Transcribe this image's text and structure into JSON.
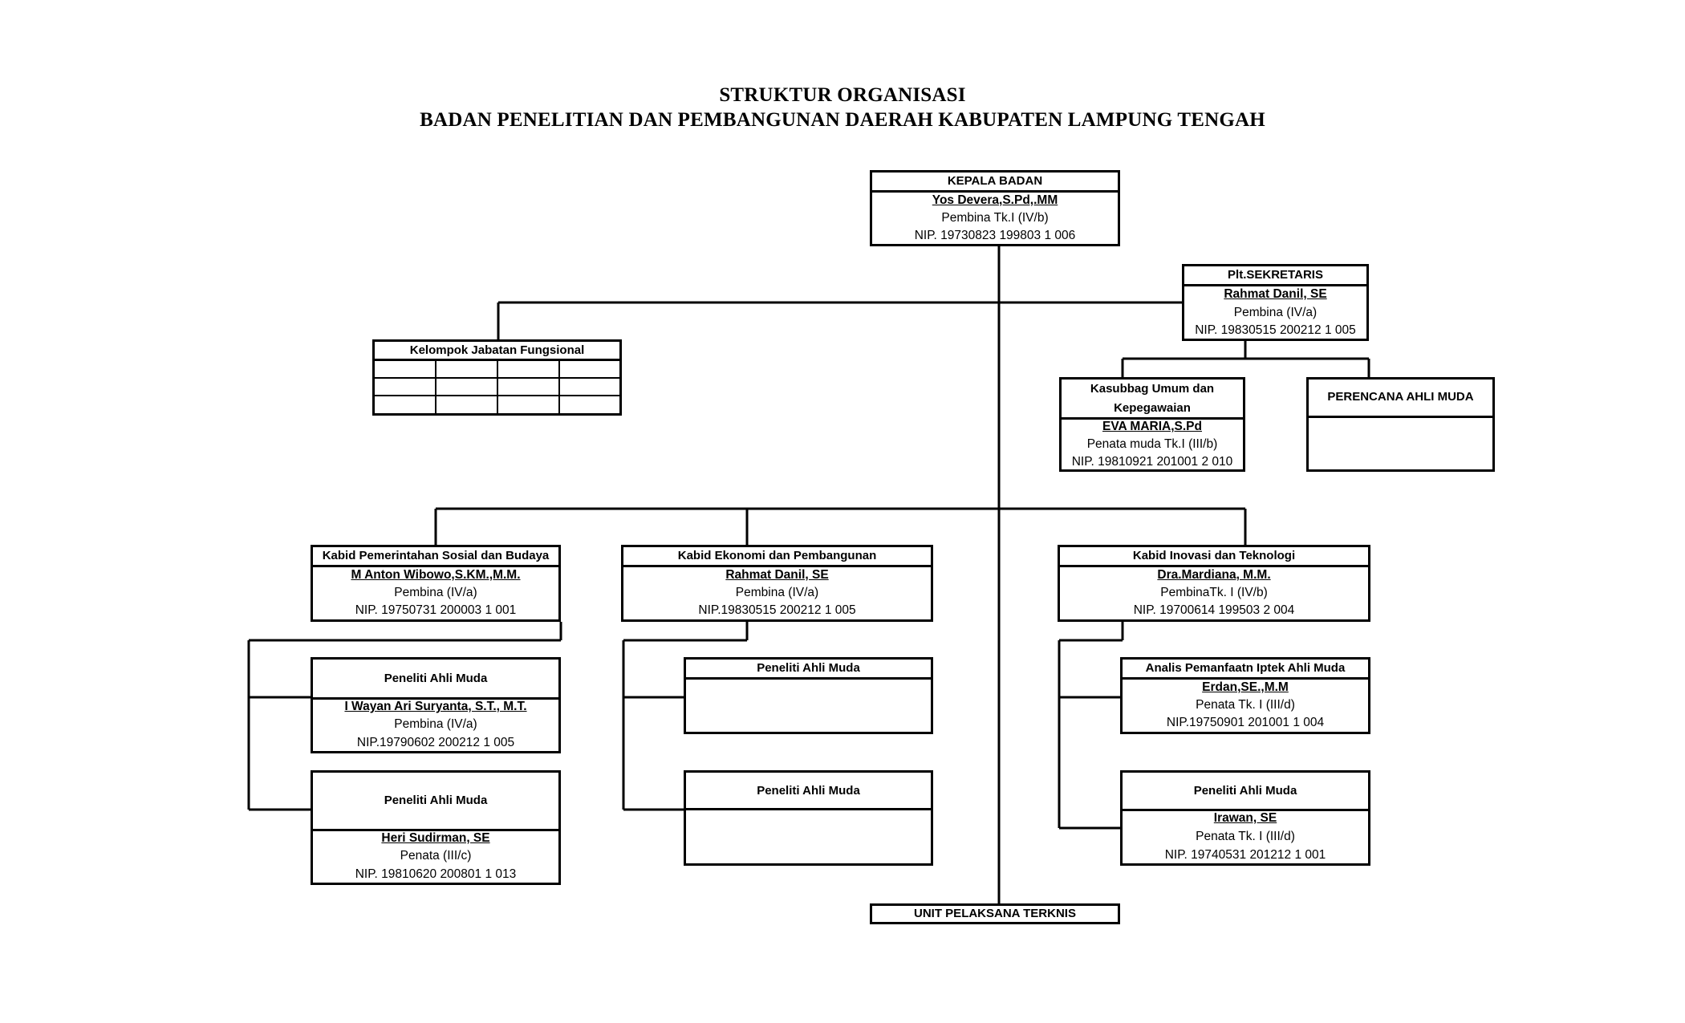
{
  "title": {
    "line1": "STRUKTUR ORGANISASI",
    "line2": "BADAN PENELITIAN DAN PEMBANGUNAN DAERAH KABUPATEN LAMPUNG TENGAH"
  },
  "kepala": {
    "role": "KEPALA BADAN",
    "name": "Yos Devera,S.Pd,.MM",
    "rank": "Pembina Tk.I (IV/b)",
    "nip": "NIP. 19730823 199803 1 006"
  },
  "sekretaris": {
    "role": "Plt.SEKRETARIS",
    "name": "Rahmat Danil, SE",
    "rank": "Pembina (IV/a)",
    "nip": "NIP. 19830515 200212 1 005"
  },
  "fungsional": {
    "role": "Kelompok Jabatan Fungsional"
  },
  "kasubbag": {
    "role_line1": "Kasubbag Umum dan",
    "role_line2": "Kepegawaian",
    "name": "EVA MARIA,S.Pd",
    "rank": "Penata muda Tk.I (III/b)",
    "nip": "NIP. 19810921 201001 2 010"
  },
  "perencana": {
    "role": "PERENCANA AHLI MUDA"
  },
  "kabid_pem": {
    "role": "Kabid Pemerintahan Sosial dan Budaya",
    "name": "M Anton Wibowo,S.KM.,M.M.",
    "rank": "Pembina (IV/a)",
    "nip": "NIP. 19750731 200003 1 001"
  },
  "kabid_eko": {
    "role": "Kabid Ekonomi dan Pembangunan",
    "name": "Rahmat Danil, SE",
    "rank": "Pembina (IV/a)",
    "nip": "NIP.19830515 200212 1 005"
  },
  "kabid_ino": {
    "role": "Kabid Inovasi dan Teknologi",
    "name": "Dra.Mardiana, M.M.",
    "rank": "PembinaTk. I (IV/b)",
    "nip": "NIP. 19700614 199503 2 004"
  },
  "pem_staff1": {
    "role": "Peneliti Ahli Muda",
    "name": "I Wayan Ari Suryanta, S.T., M.T.",
    "rank": "Pembina (IV/a)",
    "nip": "NIP.19790602 200212 1 005"
  },
  "pem_staff2": {
    "role": "Peneliti Ahli Muda",
    "name": "Heri Sudirman, SE",
    "rank": "Penata (III/c)",
    "nip": "NIP. 19810620 200801 1 013"
  },
  "eko_staff1": {
    "role": "Peneliti Ahli Muda"
  },
  "eko_staff2": {
    "role": "Peneliti Ahli Muda"
  },
  "ino_staff1": {
    "role": "Analis Pemanfaatn Iptek Ahli Muda",
    "name": "Erdan,SE.,M.M",
    "rank": "Penata Tk. I (III/d)",
    "nip": "NIP.19750901 201001 1 004"
  },
  "ino_staff2": {
    "role": "Peneliti Ahli Muda",
    "name": "Irawan, SE",
    "rank": "Penata Tk. I (III/d)",
    "nip": "NIP. 19740531 201212 1 001"
  },
  "upt": {
    "role": "UNIT PELAKSANA TERKNIS"
  }
}
